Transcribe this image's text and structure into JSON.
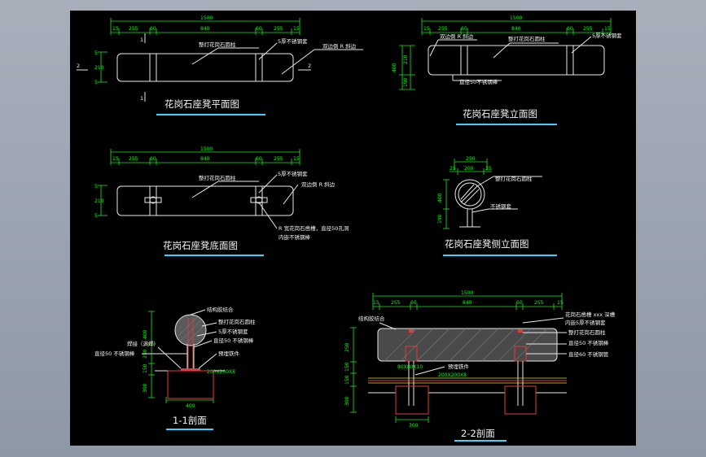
{
  "views": {
    "plan": {
      "title": "花岗石座凳平面图",
      "total": "1500",
      "dims": [
        "15",
        "255",
        "60",
        "840",
        "60",
        "255",
        "15"
      ],
      "side_dims": [
        "5",
        "210",
        "5"
      ],
      "notes": [
        "整打花岗石圆柱",
        "5厚不锈钢套",
        "双边倒 R 斜边"
      ],
      "section_marks": [
        "1",
        "1",
        "2",
        "2"
      ]
    },
    "elevation": {
      "title": "花岗石座凳立面图",
      "total": "1500",
      "dims": [
        "15",
        "255",
        "60",
        "840",
        "60",
        "255",
        "15"
      ],
      "side_dims": [
        "400",
        "210",
        "190"
      ],
      "notes": [
        "双边倒 R 斜边",
        "整打花岗石圆柱",
        "5厚不锈钢套",
        "直径50不锈钢棒"
      ]
    },
    "bottom": {
      "title": "花岗石座凳底面图",
      "total": "1500",
      "dims": [
        "15",
        "255",
        "60",
        "840",
        "60",
        "255",
        "15"
      ],
      "side_dims": [
        "5",
        "210",
        "5"
      ],
      "notes": [
        "整打花岗石圆柱",
        "5厚不锈钢套",
        "双边倒 R 斜边",
        "R 宽花岗石凿槽，直径50孔洞",
        "内嵌不锈钢棒"
      ]
    },
    "side": {
      "title": "花岗石座凳侧立面图",
      "dims": [
        "250",
        "25",
        "200",
        "25"
      ],
      "side_dims": [
        "400",
        "190"
      ],
      "notes": [
        "整打花岗石圆柱",
        "不锈钢套"
      ]
    },
    "section1": {
      "title": "1-1剖面",
      "dims": [
        "400",
        "250",
        "150",
        "300"
      ],
      "bottom_dim": "400",
      "notes": [
        "结构胶结合",
        "整打花岗石圆柱",
        "5厚不锈钢套",
        "直径50 不锈钢棒",
        "预埋铁件",
        "焊接（满焊）",
        "直径50 不锈钢棒"
      ],
      "plate": "200X200X8"
    },
    "section2": {
      "title": "2-2剖面",
      "total": "1500",
      "dims": [
        "15",
        "255",
        "60",
        "840",
        "60",
        "255",
        "15"
      ],
      "side_dims": [
        "250",
        "150",
        "150",
        "300"
      ],
      "bottom_dim": "300",
      "notes": [
        "结构胶结合",
        "花岗石凿槽 xxx 深槽",
        "内嵌5厚不锈钢套",
        "整打花岗石圆柱",
        "直径50 不锈钢棒",
        "直径60 不锈钢管",
        "预埋铁件"
      ],
      "plate_labels": [
        "80X80X10",
        "200X200X8"
      ]
    }
  },
  "colors": {
    "background": "#000000",
    "frame": "#9aa3b0",
    "dimension": "#22e322",
    "line": "#e8e8e8",
    "section": "#e23b3b",
    "title_underline": "#3fd0ff"
  }
}
